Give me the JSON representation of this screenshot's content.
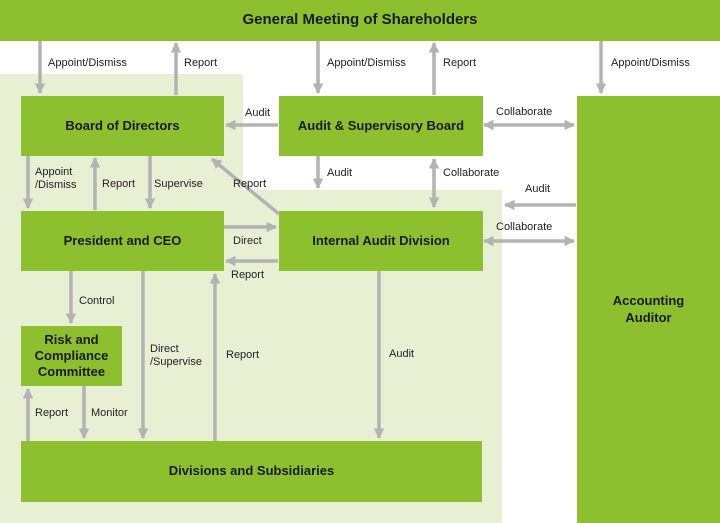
{
  "boxes": {
    "shareholders": "General Meeting of Shareholders",
    "board": "Board of Directors",
    "audit_board": "Audit & Supervisory Board",
    "president": "President and CEO",
    "internal_audit": "Internal Audit Division",
    "risk": "Risk and Compliance Committee",
    "divisions": "Divisions and Subsidiaries",
    "accounting": "Accounting Auditor"
  },
  "labels": {
    "appoint_dismiss_1": "Appoint/Dismiss",
    "report_1": "Report",
    "appoint_dismiss_2": "Appoint/Dismiss",
    "report_2": "Report",
    "appoint_dismiss_3": "Appoint/Dismiss",
    "audit_1": "Audit",
    "collaborate_1": "Collaborate",
    "appoint_dismiss_4": "Appoint /Dismiss",
    "report_3": "Report",
    "supervise": "Supervise",
    "report_4": "Report",
    "audit_2": "Audit",
    "collaborate_2": "Collaborate",
    "audit_3": "Audit",
    "direct": "Direct",
    "collaborate_3": "Collaborate",
    "report_5": "Report",
    "control": "Control",
    "direct_supervise": "Direct /Supervise",
    "report_6": "Report",
    "audit_4": "Audit",
    "report_7": "Report",
    "monitor": "Monitor"
  },
  "colors": {
    "box_fill": "#8dc02f",
    "region_fill": "#e8f0d4",
    "arrow": "#b3b3b3"
  }
}
